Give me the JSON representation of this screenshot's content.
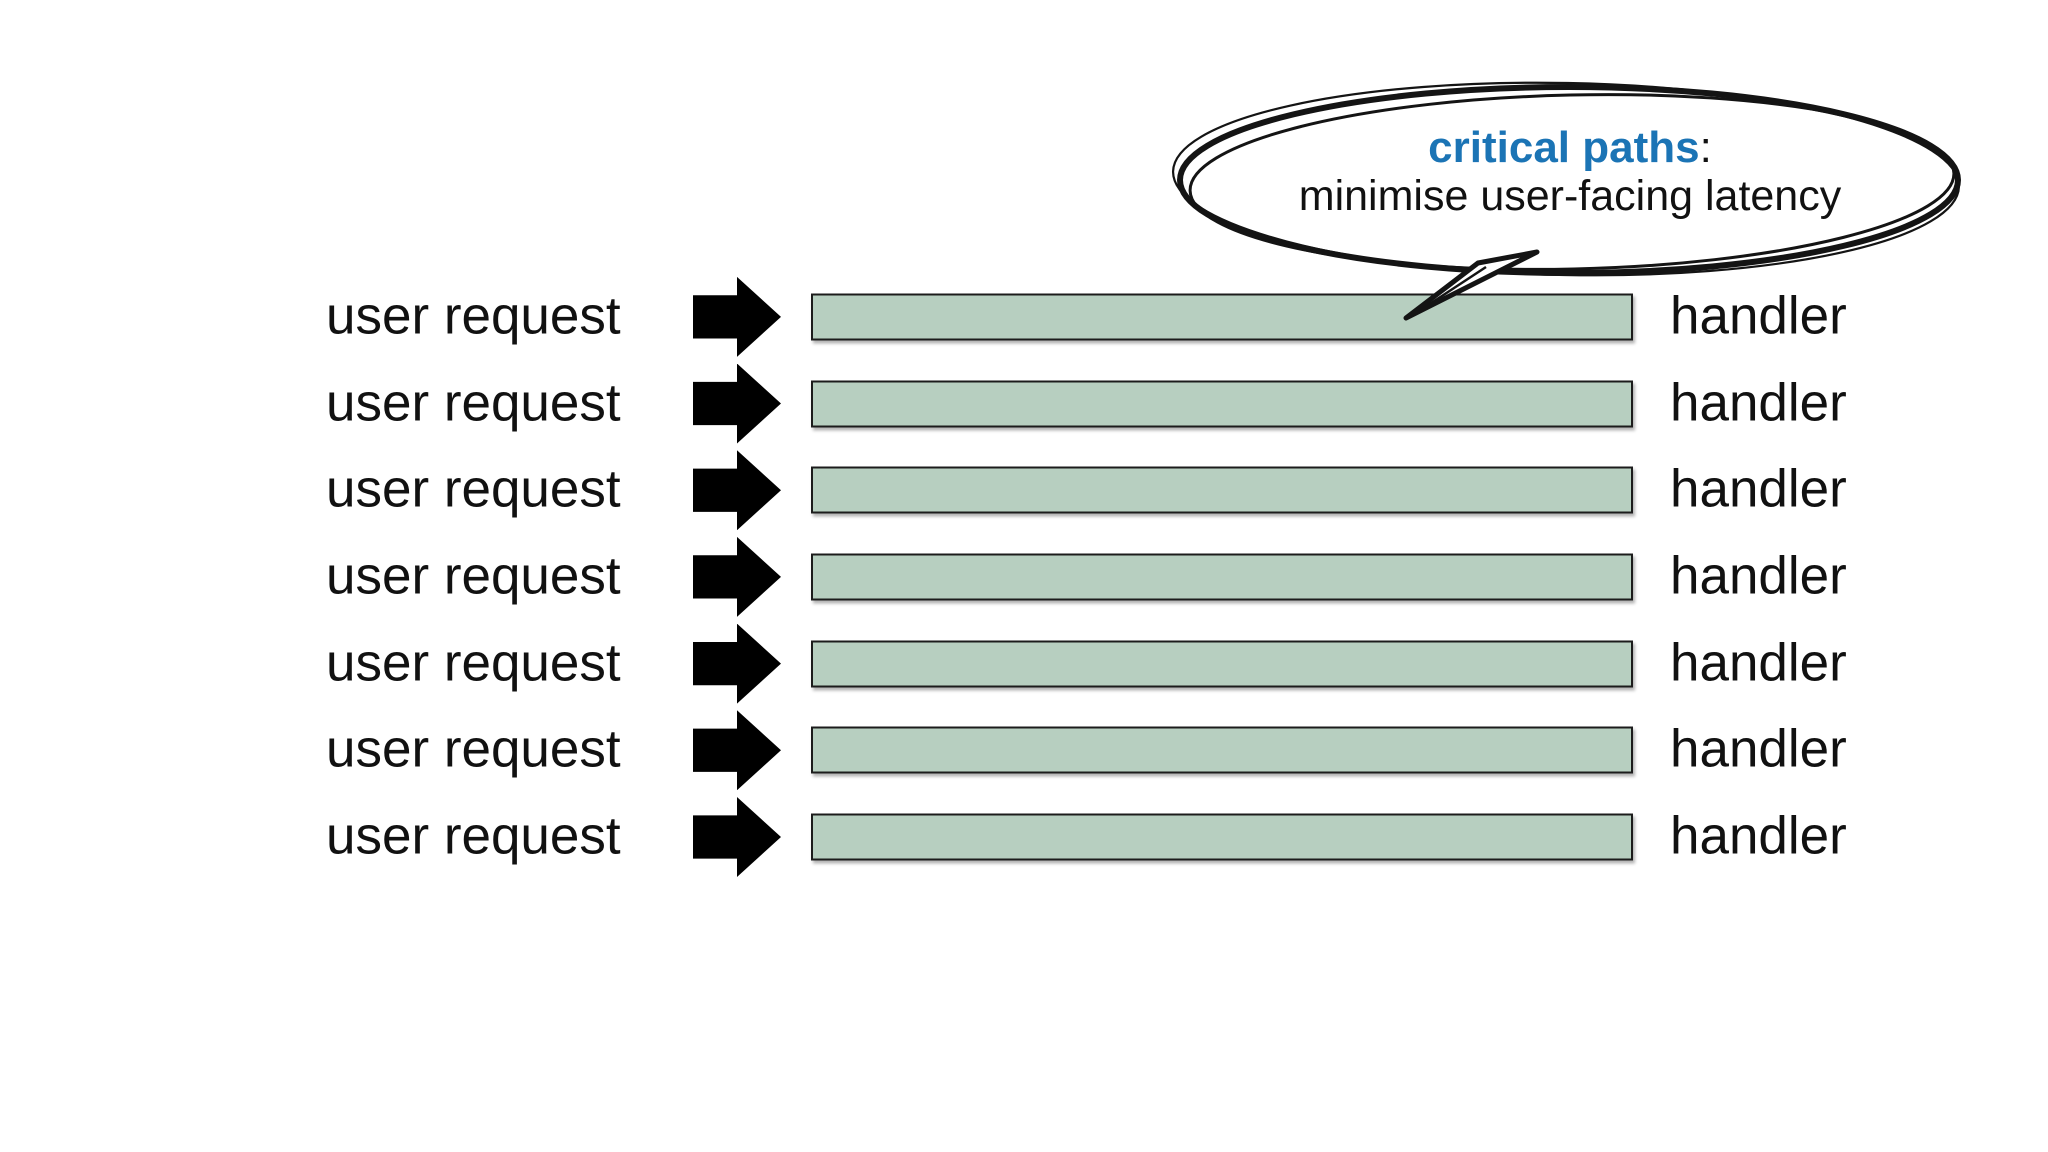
{
  "diagram": {
    "rows": [
      {
        "left_label": "user request",
        "right_label": "handler"
      },
      {
        "left_label": "user request",
        "right_label": "handler"
      },
      {
        "left_label": "user request",
        "right_label": "handler"
      },
      {
        "left_label": "user request",
        "right_label": "handler"
      },
      {
        "left_label": "user request",
        "right_label": "handler"
      },
      {
        "left_label": "user request",
        "right_label": "handler"
      },
      {
        "left_label": "user request",
        "right_label": "handler"
      }
    ],
    "bubble": {
      "title": "critical paths",
      "title_suffix": ":",
      "subtitle": "minimise user-facing latency"
    },
    "colors": {
      "background": "#ffffff",
      "bar_fill": "#b7cfc0",
      "bar_border": "#1c1c1c",
      "arrow": "#000000",
      "text": "#111111",
      "bubble_title_blue": "#1b74b5"
    }
  }
}
